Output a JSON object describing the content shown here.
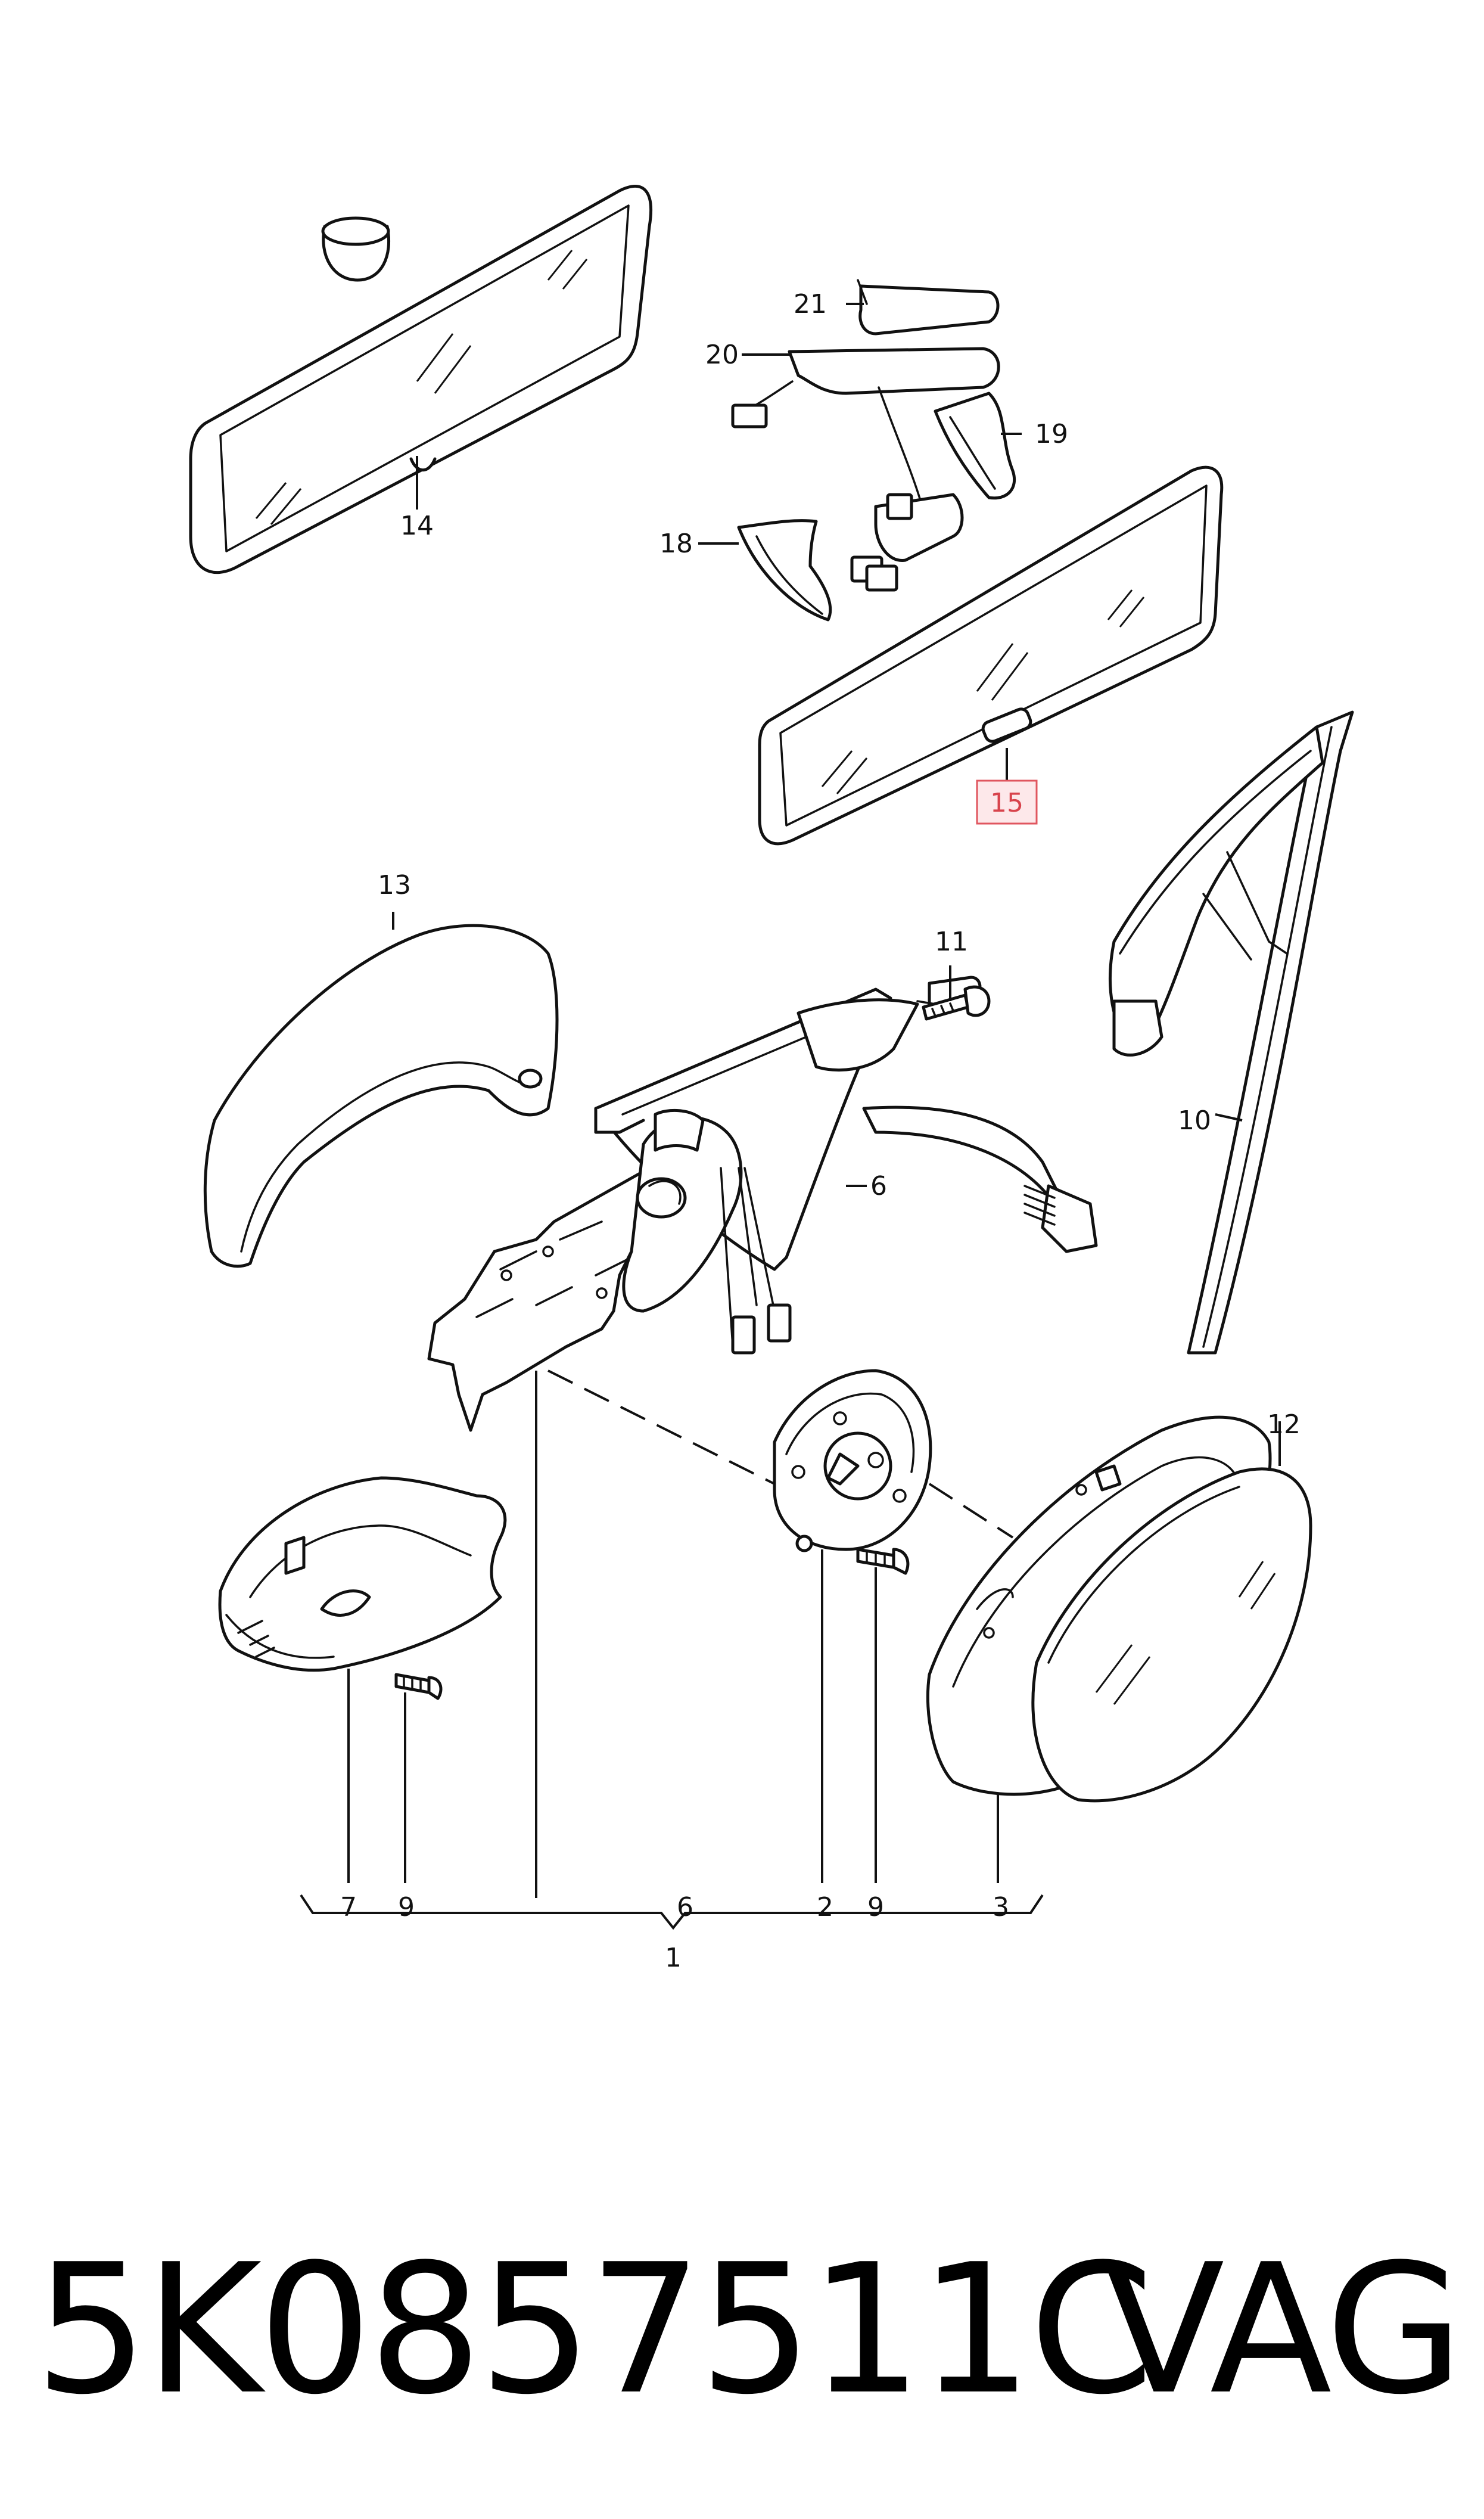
{
  "diagram": {
    "callouts": {
      "c1": "1",
      "c2": "2",
      "c3": "3",
      "c6a": "6",
      "c6b": "6",
      "c7": "7",
      "c9a": "9",
      "c9b": "9",
      "c10": "10",
      "c11": "11",
      "c12": "12",
      "c13": "13",
      "c14": "14",
      "c15": "15",
      "c18": "18",
      "c19": "19",
      "c20": "20",
      "c21": "21"
    },
    "highlighted_callout": "15",
    "highlight_color": "#e0565f",
    "line_color": "#111111"
  },
  "footer": {
    "part_number": "5K0857511C",
    "brand": "VAG"
  }
}
